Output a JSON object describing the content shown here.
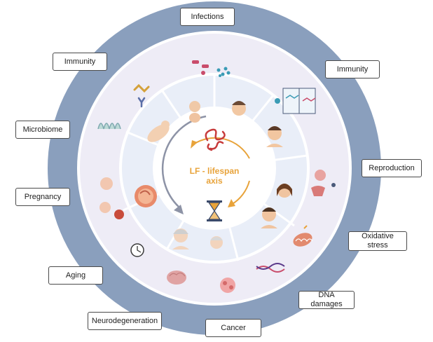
{
  "center": {
    "title_line1": "LF - lifespan",
    "title_line2": "axis"
  },
  "labels": {
    "infections": "Infections",
    "immunity_right": "Immunity",
    "immunity_left": "Immunity",
    "microbiome": "Microbiome",
    "reproduction": "Reproduction",
    "pregnancy": "Pregnancy",
    "oxidative_stress_1": "Oxidative",
    "oxidative_stress_2": "stress",
    "aging": "Aging",
    "dna_damages": "DNA damages",
    "neurodegeneration": "Neurodegeneration",
    "cancer": "Cancer"
  },
  "colors": {
    "outer_ring": "#8a9fbd",
    "middle_ring": "#eeecf6",
    "inner_ring": "#e9eef8",
    "center_fill": "#ffffff",
    "accent_orange": "#e8a33a",
    "arrow_gray": "#8d93a6",
    "lf_red": "#c73b3b",
    "title_orange": "#e8a33a"
  },
  "icons": {
    "center_top": "lactoferrin-protein-icon",
    "center_bottom": "hourglass-icon"
  }
}
